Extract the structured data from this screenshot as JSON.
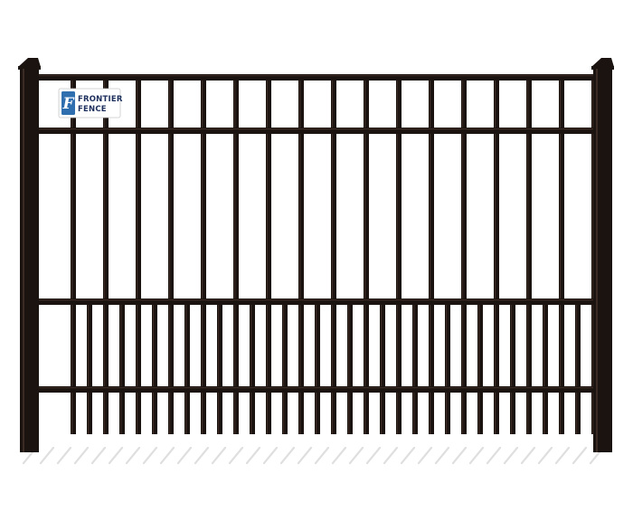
{
  "product": {
    "name": "Aluminum flat top puppy picket fence panel",
    "colors": {
      "metal": "#1b130f",
      "metal_highlight": "#3a2c24",
      "background": "#ffffff",
      "shadow": "#d8d8d8"
    }
  },
  "logo": {
    "line1": "FRONTIER",
    "line2": "FENCE",
    "monogram": "F",
    "colors": {
      "badge": "#2f6fb0",
      "text": "#1d2f5c",
      "plate": "#ffffff"
    }
  }
}
